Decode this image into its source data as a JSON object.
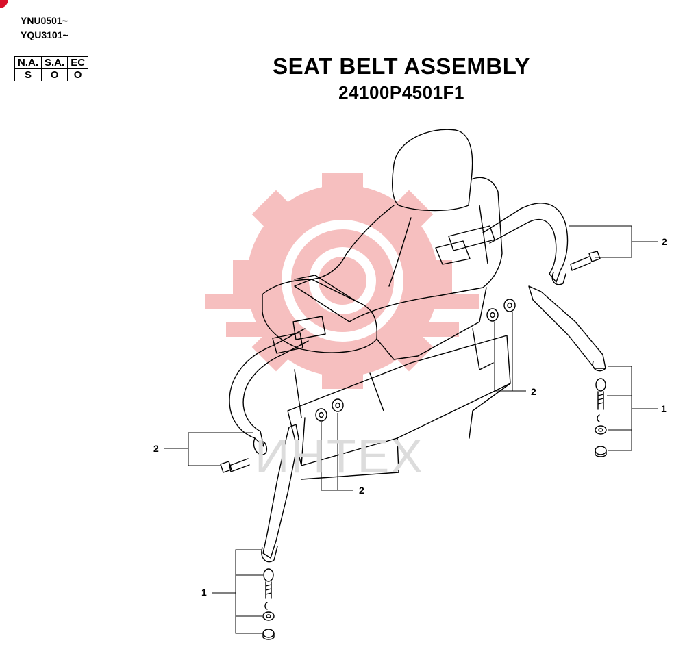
{
  "header": {
    "serial_ranges": [
      "YNU0501~",
      "YQU3101~"
    ],
    "spec_table": {
      "headers": [
        "N.A.",
        "S.A.",
        "EC"
      ],
      "values": [
        "S",
        "O",
        "O"
      ]
    }
  },
  "title": "SEAT BELT ASSEMBLY",
  "part_number": "24100P4501F1",
  "watermark": {
    "text": "ИНТЕХ",
    "color": "#f5b5b5"
  },
  "callouts": [
    {
      "id": "c1",
      "label": "2"
    },
    {
      "id": "c2",
      "label": "1"
    },
    {
      "id": "c3",
      "label": "2"
    },
    {
      "id": "c4",
      "label": "2"
    },
    {
      "id": "c5",
      "label": "2"
    },
    {
      "id": "c6",
      "label": "1"
    }
  ],
  "colors": {
    "brand_mark": "#d8102a",
    "line": "#000000"
  }
}
